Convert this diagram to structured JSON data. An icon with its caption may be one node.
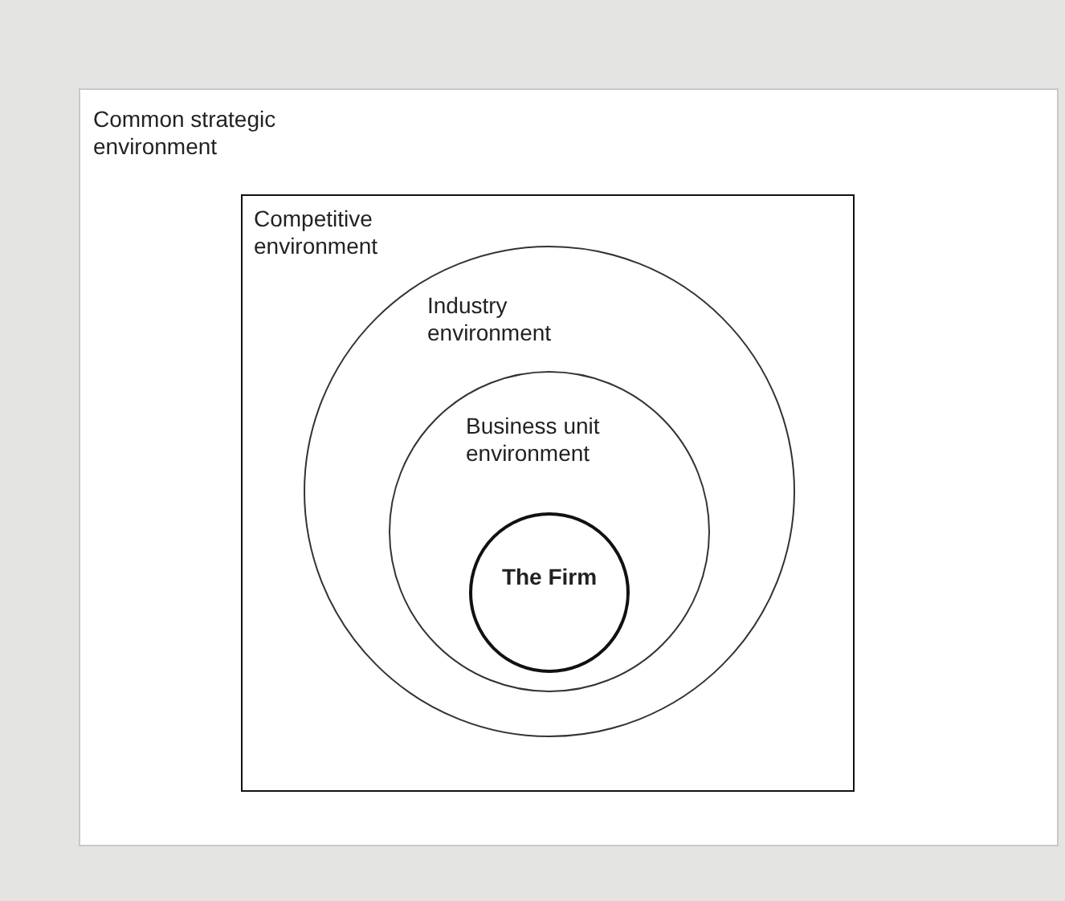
{
  "diagram": {
    "nodes": [
      {
        "text": [
          "Common strategic environment"
        ]
      },
      {
        "text": [
          "Competitive environment"
        ],
        "in": 0
      },
      {
        "text": [
          "Industry environment"
        ],
        "in": 1
      },
      {
        "text": [
          "Business unit environment"
        ],
        "in": 2
      },
      {
        "text": [
          "The Firm"
        ],
        "in": 3
      }
    ]
  }
}
